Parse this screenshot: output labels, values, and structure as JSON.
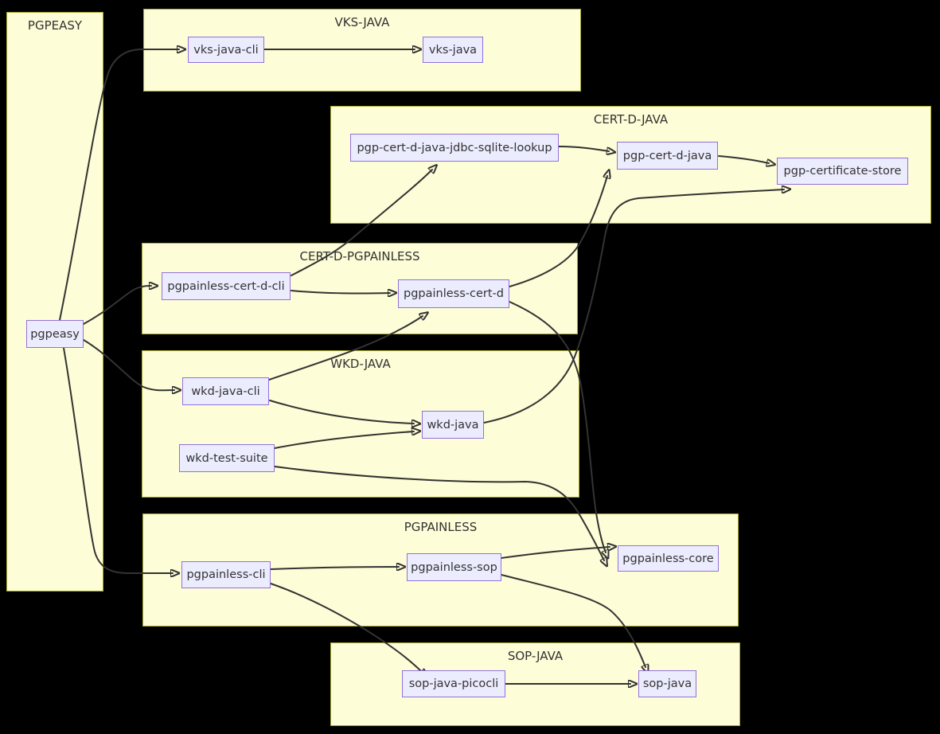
{
  "diagram": {
    "type": "dependency-graph",
    "background_color": "#000000",
    "cluster_fill": "#fdfdd7",
    "cluster_border": "#aaaa33",
    "node_fill": "#ececff",
    "node_border": "#9370db",
    "edge_color": "#333333",
    "text_color": "#333333"
  },
  "clusters": [
    {
      "title": "PGPEASY"
    },
    {
      "title": "VKS-JAVA"
    },
    {
      "title": "CERT-D-JAVA"
    },
    {
      "title": "CERT-D-PGPAINLESS"
    },
    {
      "title": "WKD-JAVA"
    },
    {
      "title": "PGPAINLESS"
    },
    {
      "title": "SOP-JAVA"
    }
  ],
  "nodes": [
    {
      "label": "pgpeasy"
    },
    {
      "label": "vks-java-cli"
    },
    {
      "label": "vks-java"
    },
    {
      "label": "pgp-cert-d-java-jdbc-sqlite-lookup"
    },
    {
      "label": "pgp-cert-d-java"
    },
    {
      "label": "pgp-certificate-store"
    },
    {
      "label": "pgpainless-cert-d-cli"
    },
    {
      "label": "pgpainless-cert-d"
    },
    {
      "label": "wkd-java-cli"
    },
    {
      "label": "wkd-java"
    },
    {
      "label": "wkd-test-suite"
    },
    {
      "label": "pgpainless-cli"
    },
    {
      "label": "pgpainless-sop"
    },
    {
      "label": "pgpainless-core"
    },
    {
      "label": "sop-java-picocli"
    },
    {
      "label": "sop-java"
    }
  ],
  "edges": [
    {
      "from": "pgpeasy",
      "to": "vks-java-cli"
    },
    {
      "from": "pgpeasy",
      "to": "pgpainless-cert-d-cli"
    },
    {
      "from": "pgpeasy",
      "to": "wkd-java-cli"
    },
    {
      "from": "pgpeasy",
      "to": "pgpainless-cli"
    },
    {
      "from": "vks-java-cli",
      "to": "vks-java"
    },
    {
      "from": "pgpainless-cert-d-cli",
      "to": "pgp-cert-d-java-jdbc-sqlite-lookup"
    },
    {
      "from": "pgpainless-cert-d-cli",
      "to": "pgpainless-cert-d"
    },
    {
      "from": "pgp-cert-d-java-jdbc-sqlite-lookup",
      "to": "pgp-cert-d-java"
    },
    {
      "from": "pgpainless-cert-d",
      "to": "pgp-cert-d-java"
    },
    {
      "from": "pgpainless-cert-d",
      "to": "pgpainless-core"
    },
    {
      "from": "pgp-cert-d-java",
      "to": "pgp-certificate-store"
    },
    {
      "from": "wkd-java",
      "to": "pgp-certificate-store"
    },
    {
      "from": "wkd-java-cli",
      "to": "pgpainless-cert-d"
    },
    {
      "from": "wkd-java-cli",
      "to": "wkd-java"
    },
    {
      "from": "wkd-test-suite",
      "to": "wkd-java"
    },
    {
      "from": "wkd-test-suite",
      "to": "pgpainless-core"
    },
    {
      "from": "pgpainless-cli",
      "to": "pgpainless-sop"
    },
    {
      "from": "pgpainless-cli",
      "to": "sop-java-picocli"
    },
    {
      "from": "pgpainless-sop",
      "to": "pgpainless-core"
    },
    {
      "from": "pgpainless-sop",
      "to": "sop-java"
    },
    {
      "from": "sop-java-picocli",
      "to": "sop-java"
    }
  ]
}
